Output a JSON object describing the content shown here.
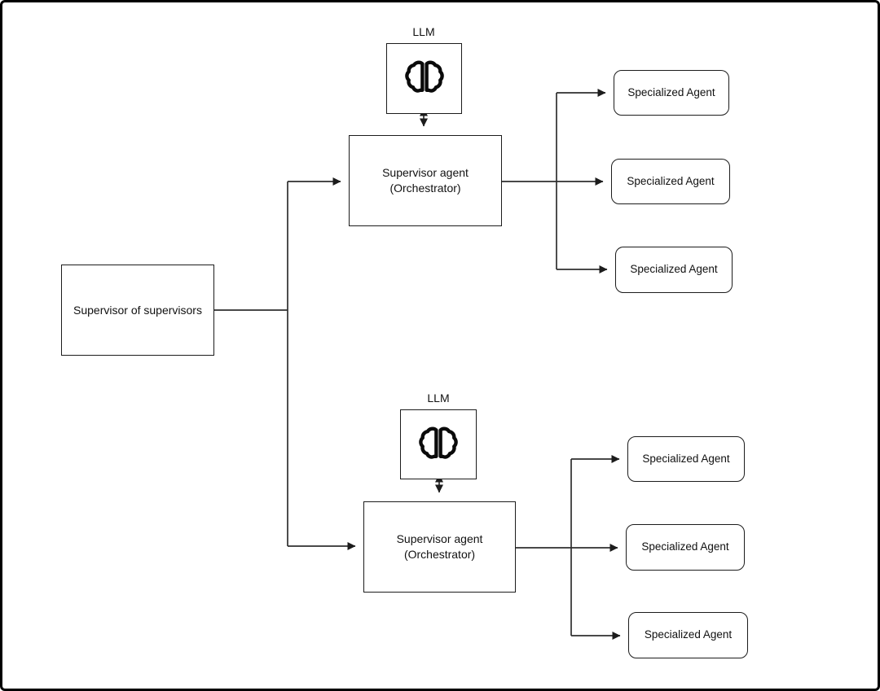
{
  "colors": {
    "frame_border": "#000000",
    "canvas_background": "#ffffff",
    "connector_line": "#2f2f2f",
    "box_border": "#1c1c1c",
    "box_fill": "#ffffff",
    "text": "#111111"
  },
  "icons": {
    "llm_icon": "brain-icon"
  },
  "root": {
    "label": "Supervisor of supervisors"
  },
  "clusters": [
    {
      "llm_label": "LLM",
      "supervisor_line1": "Supervisor agent",
      "supervisor_line2": "(Orchestrator)",
      "agents": [
        {
          "label": "Specialized Agent"
        },
        {
          "label": "Specialized Agent"
        },
        {
          "label": "Specialized Agent"
        }
      ]
    },
    {
      "llm_label": "LLM",
      "supervisor_line1": "Supervisor agent",
      "supervisor_line2": "(Orchestrator)",
      "agents": [
        {
          "label": "Specialized Agent"
        },
        {
          "label": "Specialized Agent"
        },
        {
          "label": "Specialized Agent"
        }
      ]
    }
  ]
}
